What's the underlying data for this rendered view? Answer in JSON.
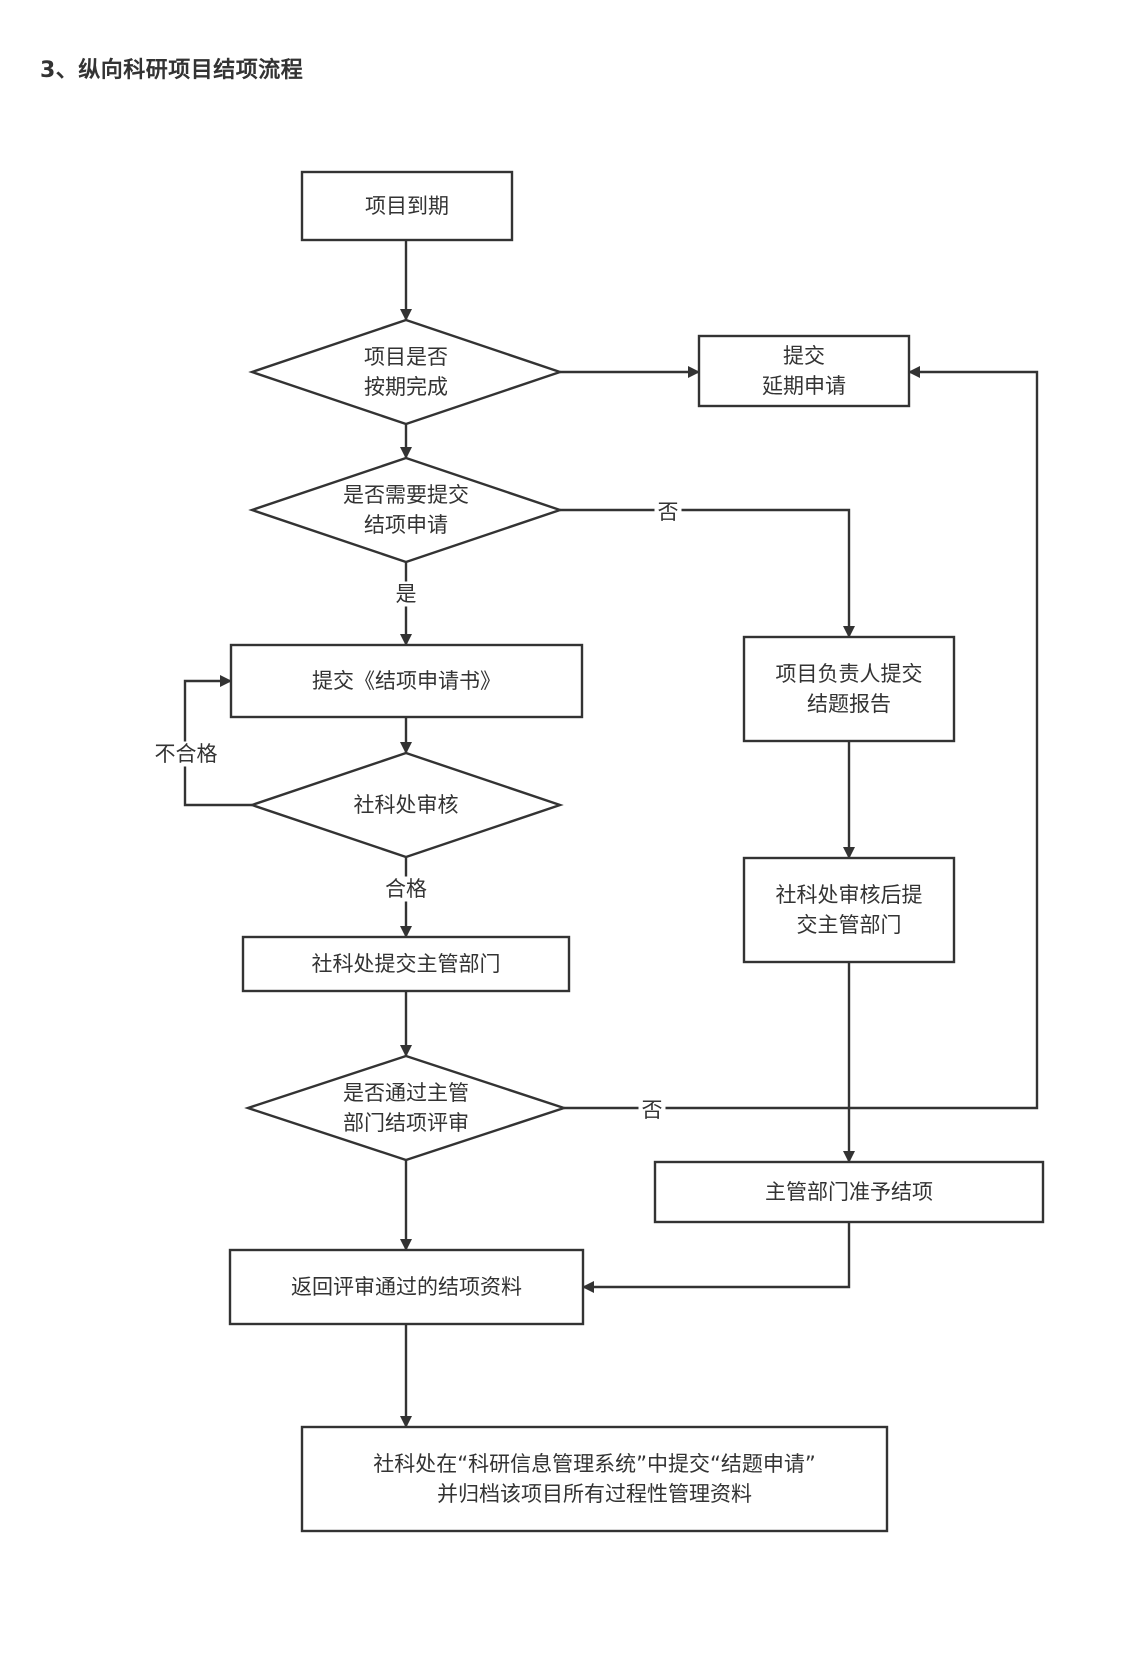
{
  "title": "3、纵向科研项目结项流程",
  "nodes": {
    "expire": {
      "type": "process",
      "lines": [
        "项目到期"
      ]
    },
    "on_time": {
      "type": "decision",
      "lines": [
        "项目是否",
        "按期完成"
      ]
    },
    "delay": {
      "type": "process",
      "lines": [
        "提交",
        "延期申请"
      ]
    },
    "need_submit": {
      "type": "decision",
      "lines": [
        "是否需要提交",
        "结项申请"
      ]
    },
    "submit_form": {
      "type": "process",
      "lines": [
        "提交《结项申请书》"
      ]
    },
    "review": {
      "type": "decision",
      "lines": [
        "社科处审核"
      ]
    },
    "office_submit": {
      "type": "process",
      "lines": [
        "社科处提交主管部门"
      ]
    },
    "dept_review": {
      "type": "decision",
      "lines": [
        "是否通过主管",
        "部门结项评审"
      ]
    },
    "pi_report": {
      "type": "process",
      "lines": [
        "项目负责人提交",
        "结题报告"
      ]
    },
    "office_after": {
      "type": "process",
      "lines": [
        "社科处审核后提",
        "交主管部门"
      ]
    },
    "dept_grant": {
      "type": "process",
      "lines": [
        "主管部门准予结项"
      ]
    },
    "return_docs": {
      "type": "process",
      "lines": [
        "返回评审通过的结项资料"
      ]
    },
    "archive": {
      "type": "process",
      "lines": [
        "社科处在“科研信息管理系统”中提交“结题申请”",
        "并归档该项目所有过程性管理资料"
      ]
    }
  },
  "edges": [
    {
      "from": "expire",
      "to": "on_time",
      "label": ""
    },
    {
      "from": "on_time",
      "to": "delay",
      "label": ""
    },
    {
      "from": "on_time",
      "to": "need_submit",
      "label": ""
    },
    {
      "from": "need_submit",
      "to": "pi_report",
      "label": "否"
    },
    {
      "from": "need_submit",
      "to": "submit_form",
      "label": "是"
    },
    {
      "from": "submit_form",
      "to": "review",
      "label": ""
    },
    {
      "from": "review",
      "to": "submit_form",
      "label": "不合格"
    },
    {
      "from": "review",
      "to": "office_submit",
      "label": "合格"
    },
    {
      "from": "office_submit",
      "to": "dept_review",
      "label": ""
    },
    {
      "from": "dept_review",
      "to": "delay",
      "label": "否"
    },
    {
      "from": "dept_review",
      "to": "return_docs",
      "label": ""
    },
    {
      "from": "pi_report",
      "to": "office_after",
      "label": ""
    },
    {
      "from": "office_after",
      "to": "dept_grant",
      "label": ""
    },
    {
      "from": "dept_grant",
      "to": "return_docs",
      "label": ""
    },
    {
      "from": "return_docs",
      "to": "archive",
      "label": ""
    }
  ]
}
